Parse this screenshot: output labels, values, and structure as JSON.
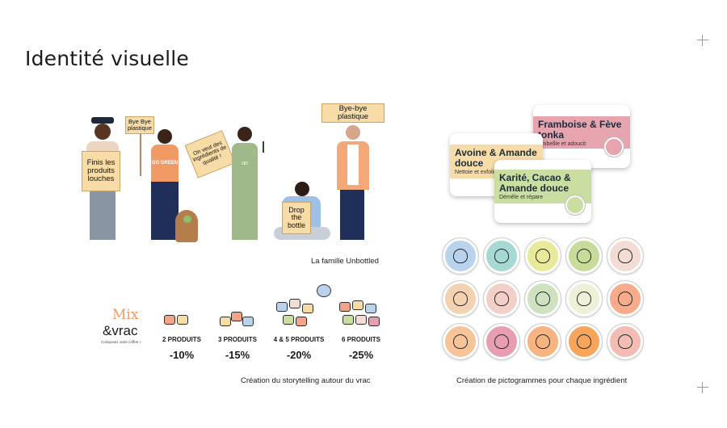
{
  "title": "Identité visuelle",
  "illustration": {
    "signs": [
      "Finis les produits louches",
      "Bye Bye plastique",
      "On veut des ingrédients de qualité !",
      "Drop the bottle",
      "Bye-bye plastique"
    ],
    "shirt_text": "GO GREEN",
    "overall_text": "un",
    "caption": "La famille Unbottled"
  },
  "labels": {
    "cards": [
      {
        "title": "Framboise & Fève tonka",
        "subtitle": "Embellie et adoucit",
        "color": "#e6a4ae"
      },
      {
        "title": "Avoine & Amande douce",
        "subtitle": "Nettoie et exfolie sans assécher",
        "color": "#f7dca7"
      },
      {
        "title": "Karité, Cacao & Amande douce",
        "subtitle": "Démêle et répare",
        "color": "#c9dea0"
      }
    ]
  },
  "storytelling": {
    "logo_top": "Mix",
    "logo_bottom": "&vrac",
    "logo_tagline": "Composez votre coffret !",
    "packs": [
      {
        "label": "2 PRODUITS",
        "discount": "-10%"
      },
      {
        "label": "3 PRODUITS",
        "discount": "-15%"
      },
      {
        "label": "4 & 5 PRODUITS",
        "discount": "-20%"
      },
      {
        "label": "6 PRODUITS",
        "discount": "-25%"
      }
    ],
    "caption": "Création du storytelling autour du vrac"
  },
  "pictograms": {
    "rows": [
      [
        "#b9d3ee",
        "#a6d9d4",
        "#e8ea9a",
        "#c8dc9a",
        "#f3dcd3"
      ],
      [
        "#f3d2b2",
        "#f2cfc7",
        "#cfe2c0",
        "#eef0d8",
        "#f5ab8c"
      ],
      [
        "#f7c49a",
        "#e79eb0",
        "#f7b380",
        "#f6a55a",
        "#f3bdb5"
      ]
    ],
    "caption": "Création de pictogrammes pour chaque ingrédient"
  }
}
